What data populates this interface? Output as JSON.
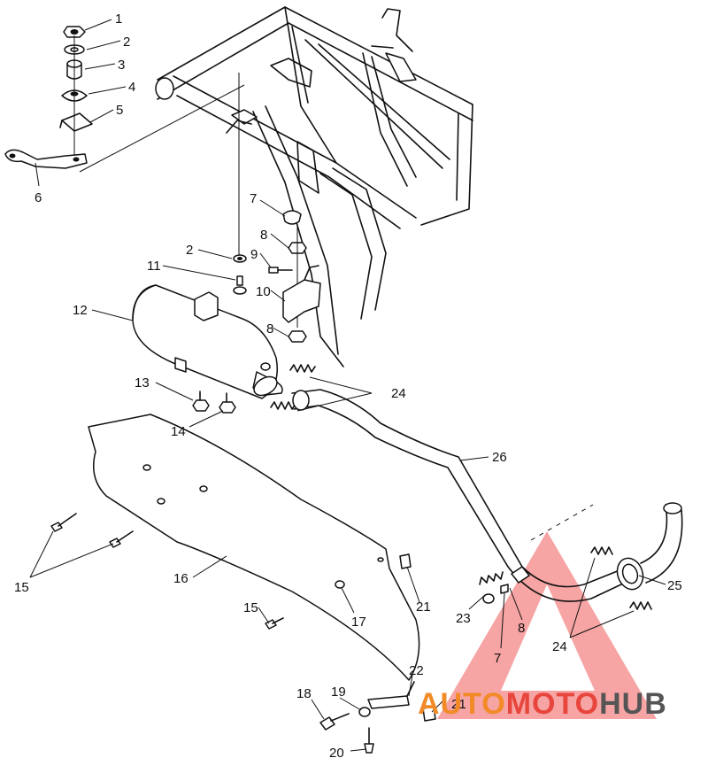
{
  "diagram": {
    "callouts": [
      "1",
      "2",
      "3",
      "4",
      "5",
      "6",
      "7",
      "2",
      "8",
      "9",
      "11",
      "10",
      "12",
      "8",
      "13",
      "24",
      "14",
      "26",
      "15",
      "16",
      "15",
      "17",
      "21",
      "25",
      "23",
      "8",
      "7",
      "24",
      "22",
      "18",
      "19",
      "21",
      "20"
    ]
  },
  "watermark": {
    "part1": "AUTO",
    "part2": "MOTO",
    "part3": "HUB",
    "colors": {
      "auto": "#f28a28",
      "moto": "#e8453c",
      "hub": "#555555",
      "triangle": "#ee5a5a"
    }
  }
}
